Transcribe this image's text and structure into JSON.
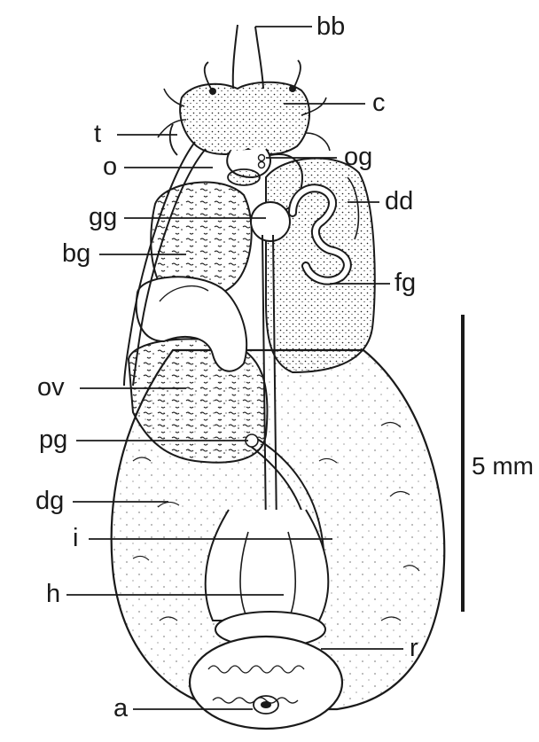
{
  "labels": {
    "bb": "bb",
    "c": "c",
    "t": "t",
    "og": "og",
    "o": "o",
    "dd": "dd",
    "gg": "gg",
    "bg": "bg",
    "fg": "fg",
    "ov": "ov",
    "pg": "pg",
    "dg": "dg",
    "i": "i",
    "h": "h",
    "r": "r",
    "a": "a"
  },
  "scale_bar": {
    "label": "5 mm"
  },
  "colors": {
    "ink": "#1a1a1a",
    "background": "#ffffff"
  }
}
